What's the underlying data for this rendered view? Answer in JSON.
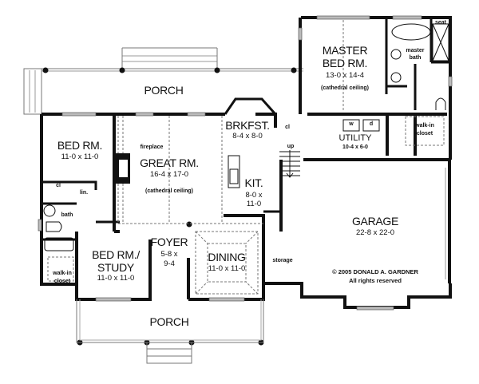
{
  "plan": {
    "rooms": {
      "porch_rear": {
        "name": "PORCH"
      },
      "master": {
        "name": "MASTER",
        "name2": "BED RM.",
        "dims": "13-0 x 14-4",
        "note": "(cathedral ceiling)"
      },
      "master_bath": {
        "name": "master",
        "name2": "bath",
        "seat": "seat"
      },
      "bed_rm": {
        "name": "BED RM.",
        "dims": "11-0 x 11-0"
      },
      "great_rm": {
        "name": "GREAT RM.",
        "dims": "16-4 x 17-0",
        "note": "(cathedral ceiling)",
        "fireplace": "fireplace"
      },
      "brkfst": {
        "name": "BRKFST.",
        "dims": "8-4 x 8-0",
        "closet": "cl"
      },
      "kitchen": {
        "name": "KIT.",
        "dims1": "8-0 x",
        "dims2": "11-0"
      },
      "utility": {
        "name": "UTILITY",
        "dims": "10-4 x 6-0",
        "washer": "w",
        "dryer": "d"
      },
      "walk_in_master": {
        "line1": "walk-in",
        "line2": "closet"
      },
      "stairs": {
        "label": "up"
      },
      "hall": {
        "closet": "cl",
        "linen": "lin."
      },
      "bath": {
        "name": "bath"
      },
      "bed_study": {
        "name": "BED RM./",
        "name2": "STUDY",
        "dims": "11-0 x 11-0"
      },
      "walk_in_study": {
        "line1": "walk-in",
        "line2": "closet"
      },
      "foyer": {
        "name": "FOYER",
        "dims1": "5-8 x",
        "dims2": "9-4"
      },
      "dining": {
        "name": "DINING",
        "dims": "11-0 x 11-0"
      },
      "storage": {
        "name": "storage"
      },
      "garage": {
        "name": "GARAGE",
        "dims": "22-8 x 22-0"
      },
      "porch_front": {
        "name": "PORCH"
      }
    },
    "copyright": {
      "line1": "© 2005 DONALD A. GARDNER",
      "line2": "All rights reserved"
    }
  }
}
